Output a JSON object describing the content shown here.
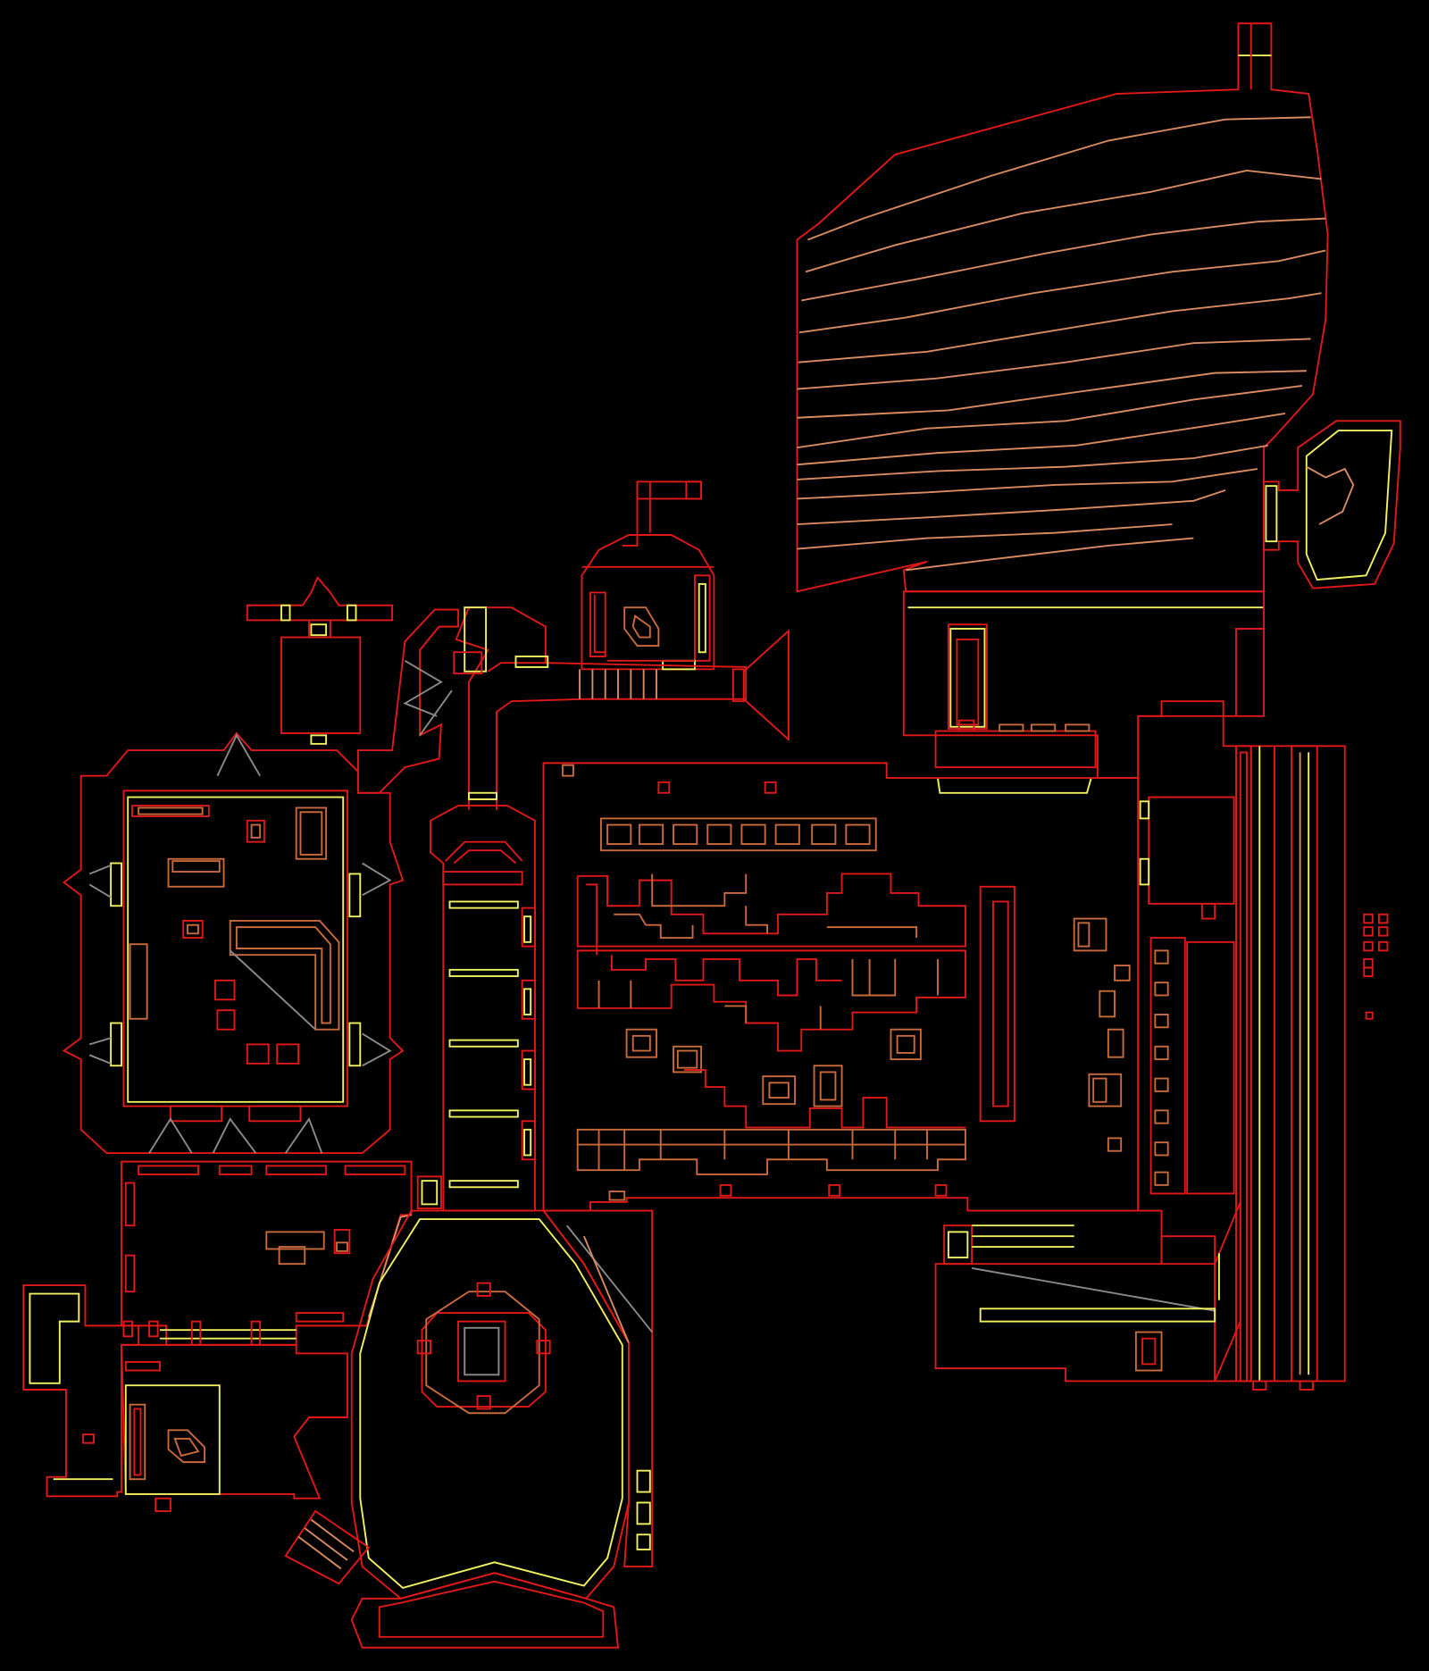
{
  "view": {
    "mode": "automap",
    "background_color": "#000000"
  },
  "legend_colors": {
    "solid_wall": "#e01818",
    "floor_height_change": "#c86a3c",
    "ceiling_or_door": "#f0f060",
    "secret_or_grey": "#8a8a8a",
    "step_edges": "#d88a60"
  },
  "regions": [
    {
      "id": "outdoor-hill",
      "stripe_count": 14
    },
    {
      "id": "west-courtyard-room"
    },
    {
      "id": "south-west-hall"
    },
    {
      "id": "central-storage-hall",
      "crate_rows": 5
    },
    {
      "id": "south-octagon-arena"
    },
    {
      "id": "north-domed-room"
    },
    {
      "id": "east-column-corridor"
    },
    {
      "id": "east-small-pod"
    },
    {
      "id": "north-spawn-room"
    },
    {
      "id": "far-west-alcove"
    },
    {
      "id": "south-east-ramp-room"
    }
  ]
}
